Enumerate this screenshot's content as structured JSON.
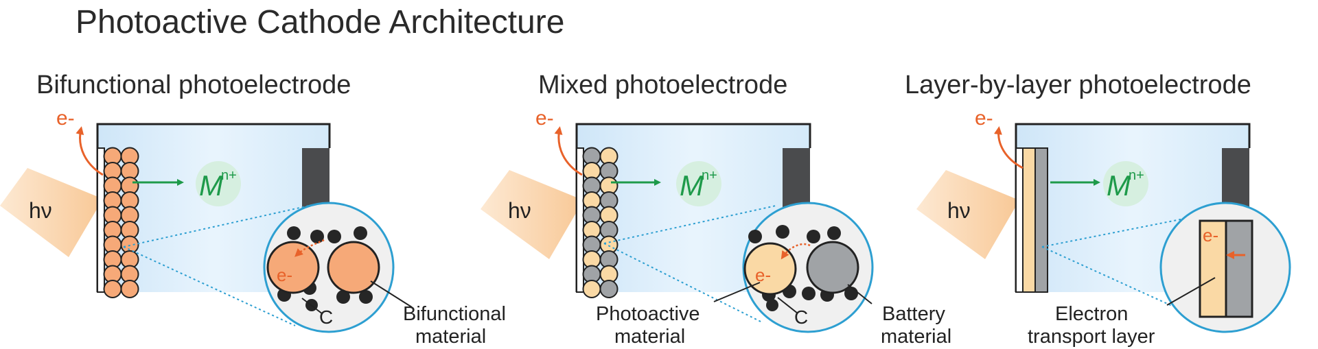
{
  "title": "Photoactive Cathode Architecture",
  "colors": {
    "electron": "#e8622a",
    "ion": "#1e9a4a",
    "ion_fill": "#d6efe0",
    "photoactive": "#f6a978",
    "photoactive_light": "#fad9a5",
    "battery": "#a0a3a6",
    "carbon": "#262626",
    "collector": "#4a4b4d",
    "electrolyte": "#dcefff",
    "zoom_line": "#2d9fd1",
    "light_beam": "#f8cc9b"
  },
  "panels": [
    {
      "heading": "Bifunctional photoelectrode",
      "light": "hν",
      "electron": "e-",
      "ion_base": "M",
      "ion_charge": "n+",
      "zoom_electron": "e-",
      "carbon_label": "C",
      "material_label_1": "Bifunctional",
      "material_label_2": "material"
    },
    {
      "heading": "Mixed photoelectrode",
      "light": "hν",
      "electron": "e-",
      "ion_base": "M",
      "ion_charge": "n+",
      "zoom_electron": "e-",
      "carbon_label": "C",
      "left_label_1": "Photoactive",
      "left_label_2": "material",
      "right_label_1": "Battery",
      "right_label_2": "material"
    },
    {
      "heading": "Layer-by-layer photoelectrode",
      "light": "hν",
      "electron": "e-",
      "ion_base": "M",
      "ion_charge": "n+",
      "zoom_electron": "e-",
      "layer_label_1": "Electron",
      "layer_label_2": "transport layer"
    }
  ]
}
